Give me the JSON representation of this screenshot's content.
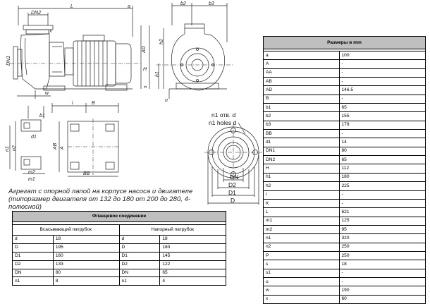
{
  "drawing_labels": {
    "dn2": "DN2",
    "l": "L",
    "b2": "b2",
    "b3": "b3",
    "a": "a",
    "x": "x",
    "h2": "h2",
    "ad": "AD",
    "h": "H",
    "h1": "h1",
    "s": "s",
    "u": "u",
    "w": "w",
    "dn1": "DN1",
    "b1": "b1",
    "i": "i",
    "b": "B",
    "n1": "n1",
    "ab": "AB",
    "n2": "n2",
    "a_big": "A",
    "m2": "m2",
    "m1": "m1",
    "bb": "BB",
    "d1": "d1",
    "holes_ru": "n1 отв. d",
    "holes_en": "n1 holes d",
    "dn": "DN",
    "d2": "D2",
    "d1_big": "D1",
    "d_big": "D"
  },
  "caption": {
    "line1": "Агрегат с опорной лапой на корпусе насоса и двигателе",
    "line2": "(типоразмер двигателя от 132 до 180 от 200 до 280, 4-полюсной)"
  },
  "flange_table": {
    "title": "Фланцевое соединение",
    "suction_header": "Всасывающий патрубок",
    "discharge_header": "Напорный патрубок",
    "suction": [
      {
        "k": "d",
        "v": "18"
      },
      {
        "k": "D",
        "v": "195"
      },
      {
        "k": "D1",
        "v": "160"
      },
      {
        "k": "D2",
        "v": "133"
      },
      {
        "k": "DN",
        "v": "80"
      },
      {
        "k": "n1",
        "v": "8"
      }
    ],
    "discharge": [
      {
        "k": "d",
        "v": "18"
      },
      {
        "k": "D",
        "v": "180"
      },
      {
        "k": "D1",
        "v": "145"
      },
      {
        "k": "D2",
        "v": "122"
      },
      {
        "k": "DN",
        "v": "65"
      },
      {
        "k": "n1",
        "v": "4"
      }
    ]
  },
  "dimensions_table": {
    "title": "Размеры в mm",
    "rows": [
      {
        "k": "a",
        "v": "100"
      },
      {
        "k": "A",
        "v": "-"
      },
      {
        "k": "AA",
        "v": "-"
      },
      {
        "k": "AB",
        "v": "-"
      },
      {
        "k": "AD",
        "v": "146.5"
      },
      {
        "k": "B",
        "v": "-"
      },
      {
        "k": "b1",
        "v": "65"
      },
      {
        "k": "b2",
        "v": "155"
      },
      {
        "k": "b3",
        "v": "178"
      },
      {
        "k": "BB",
        "v": "-"
      },
      {
        "k": "d1",
        "v": "14"
      },
      {
        "k": "DN1",
        "v": "80"
      },
      {
        "k": "DN2",
        "v": "65"
      },
      {
        "k": "H",
        "v": "112"
      },
      {
        "k": "h1",
        "v": "180"
      },
      {
        "k": "h2",
        "v": "225"
      },
      {
        "k": "i",
        "v": "-"
      },
      {
        "k": "K",
        "v": "-"
      },
      {
        "k": "L",
        "v": "621"
      },
      {
        "k": "m1",
        "v": "125"
      },
      {
        "k": "m2",
        "v": "95"
      },
      {
        "k": "n1",
        "v": "320"
      },
      {
        "k": "n2",
        "v": "250"
      },
      {
        "k": "P",
        "v": "250"
      },
      {
        "k": "s",
        "v": "18"
      },
      {
        "k": "s1",
        "v": "-"
      },
      {
        "k": "u",
        "v": "-"
      },
      {
        "k": "w",
        "v": "190"
      },
      {
        "k": "x",
        "v": "60"
      }
    ]
  }
}
